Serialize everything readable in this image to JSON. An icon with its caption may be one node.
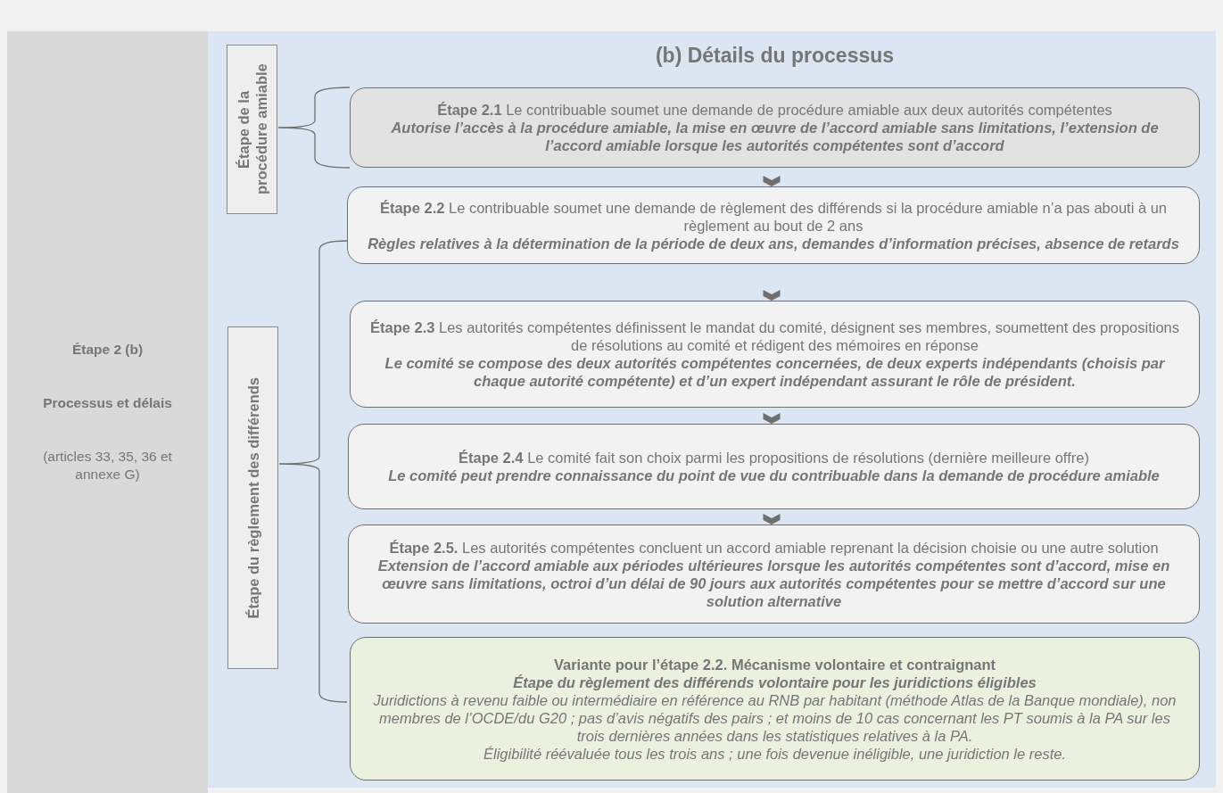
{
  "diagram": {
    "nodes": [
      {
        "text": [
          "Étape 2 (b)",
          "Processus et délais",
          "(articles 33, 35, 36 et annexe G)"
        ]
      },
      {
        "text": [
          "(b) Détails du processus"
        ]
      },
      {
        "in": 1,
        "text": [
          "Étape de la procédure amiable"
        ]
      },
      {
        "in": 1,
        "text": [
          "Étape du règlement des différends"
        ]
      },
      {
        "in": 1,
        "text": [
          "**Étape 2.1** Le contribuable soumet une demande de procédure amiable aux deux autorités compétentes",
          "Autorise l’accès à la procédure amiable, la mise en œuvre de l’accord amiable sans limitations, l’extension de l’accord amiable lorsque les autorités compétentes sont d’accord"
        ]
      },
      {
        "in": 1,
        "text": [
          "**Étape 2.2** Le contribuable soumet une demande de règlement des différends si la procédure amiable n’a pas abouti à un règlement au bout de 2 ans",
          "Règles relatives à la détermination de la période de deux ans, demandes d’information précises, absence de retards"
        ]
      },
      {
        "in": 1,
        "text": [
          "**Étape 2.3** Les autorités compétentes définissent le mandat du comité, désignent ses membres, soumettent des propositions de résolutions au comité et rédigent des mémoires en réponse",
          "Le comité se compose des deux autorités compétentes concernées, de deux experts indépendants (choisis par chaque autorité compétente) et d’un expert indépendant assurant le rôle de président."
        ]
      },
      {
        "in": 1,
        "text": [
          "**Étape 2.4** Le comité fait son choix parmi les propositions de résolutions (dernière meilleure offre)",
          "Le comité peut prendre connaissance du point de vue du contribuable dans la demande de procédure amiable"
        ]
      },
      {
        "in": 1,
        "text": [
          "**Étape 2.5.** Les autorités compétentes concluent un accord amiable reprenant la décision choisie ou une autre solution",
          "Extension de l’accord amiable aux périodes ultérieures lorsque les autorités compétentes sont d’accord, mise en œuvre sans limitations, octroi d’un délai de 90 jours aux autorités compétentes pour se mettre d’accord sur une solution alternative"
        ]
      },
      {
        "in": 1,
        "text": [
          "Variante pour l’étape 2.2. Mécanisme volontaire et contraignant",
          "Étape du règlement des différends volontaire pour les juridictions éligibles",
          "Juridictions à revenu faible ou intermédiaire en référence au RNB par habitant (méthode Atlas de la Banque mondiale), non membres de l’OCDE/du G20 ; pas d’avis négatifs des pairs ; et moins de 10 cas concernant les PT soumis à la PA sur les trois dernières années dans les statistiques relatives à la PA.",
          "Éligibilité réévaluée tous les trois ans ; une fois devenue inéligible, une juridiction le reste."
        ]
      }
    ],
    "edges": [
      {
        "from": 4,
        "to": 5,
        "arrow": "to"
      },
      {
        "from": 5,
        "to": 6,
        "arrow": "to"
      },
      {
        "from": 6,
        "to": 7,
        "arrow": "to"
      },
      {
        "from": 7,
        "to": 8,
        "arrow": "to"
      }
    ]
  }
}
